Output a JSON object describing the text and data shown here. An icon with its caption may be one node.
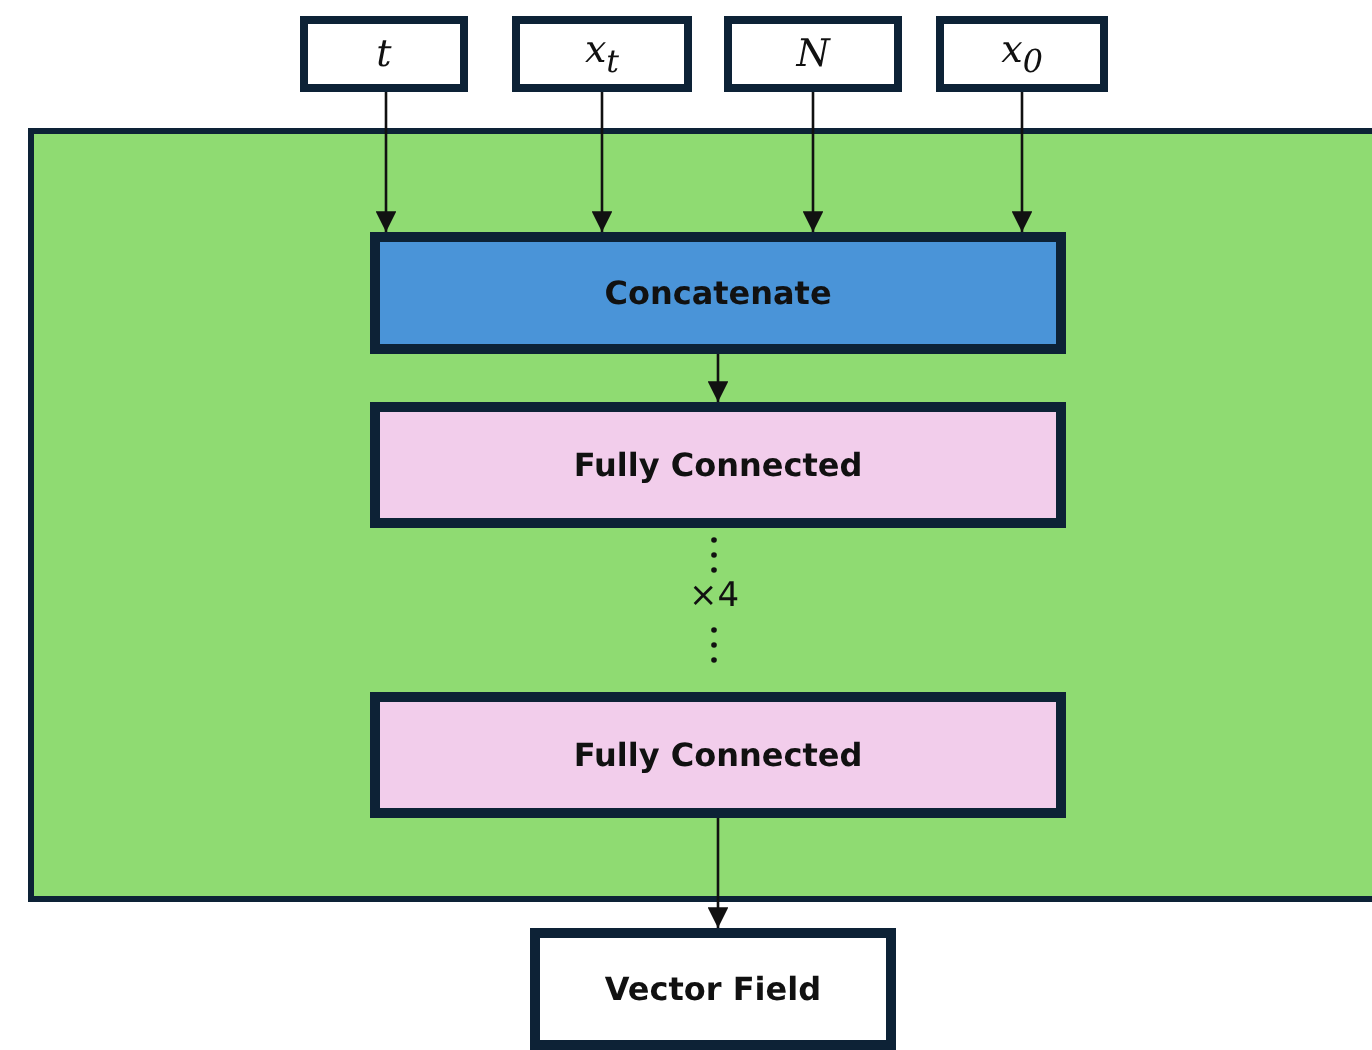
{
  "diagram": {
    "nodes": [
      {
        "text": [
          "t"
        ]
      },
      {
        "text": [
          "x$_{t}$"
        ]
      },
      {
        "text": [
          "N"
        ]
      },
      {
        "text": [
          "x$_{0}$"
        ]
      },
      {
        "text": [],
        "shape": "box"
      },
      {
        "text": [
          "Concatenate"
        ],
        "in": 4
      },
      {
        "text": [
          "Fully Connected"
        ],
        "in": 4
      },
      {
        "text": [
          "Fully Connected"
        ],
        "in": 4
      },
      {
        "text": [
          "Vector Field"
        ]
      }
    ],
    "edges": [
      {
        "from": 0,
        "to": 5,
        "arrow": "to"
      },
      {
        "from": 1,
        "to": 5,
        "arrow": "to"
      },
      {
        "from": 2,
        "to": 5,
        "arrow": "to"
      },
      {
        "from": 3,
        "to": 5,
        "arrow": "to"
      },
      {
        "from": 5,
        "to": 6,
        "arrow": "to"
      },
      {
        "from": 7,
        "to": 8,
        "arrow": "to"
      }
    ],
    "labels": [
      "×4"
    ]
  }
}
